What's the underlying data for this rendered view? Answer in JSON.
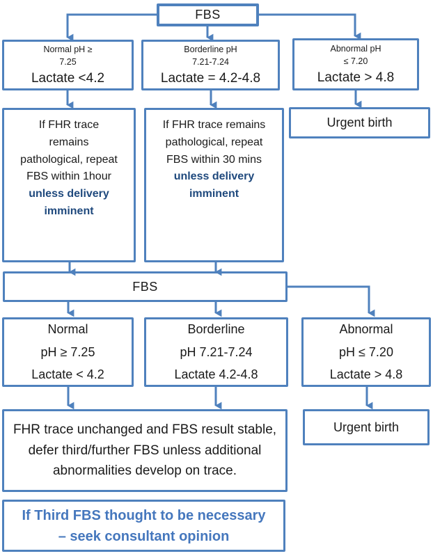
{
  "colors": {
    "line_blue": "#4f81bd",
    "navy_emphasis_text": "#1f497d",
    "consultant_blue_text": "#4577bd"
  },
  "flow": {
    "fbs1": {
      "label": "FBS"
    },
    "row1": [
      {
        "line1": "Normal  pH ≥",
        "line2": "7.25",
        "line3": "Lactate <4.2"
      },
      {
        "line1": "Borderline pH",
        "line2": "7.21-7.24",
        "line3": "Lactate = 4.2-4.8"
      },
      {
        "line1": "Abnormal  pH",
        "line2": "≤ 7.20",
        "line3": "Lactate > 4.8"
      }
    ],
    "row2": [
      {
        "text": "If FHR trace remains pathological, repeat FBS within 1hour",
        "emphasis": "unless delivery imminent"
      },
      {
        "text": "If FHR trace remains pathological, repeat FBS within 30 mins",
        "emphasis": "unless delivery imminent"
      }
    ],
    "urgent_birth_first": {
      "label": "Urgent birth"
    },
    "fbs2": {
      "label": "FBS"
    },
    "row3": [
      {
        "line1": "Normal",
        "line2": "pH ≥ 7.25",
        "line3": "Lactate < 4.2"
      },
      {
        "line1": "Borderline",
        "line2": "pH 7.21-7.24",
        "line3": "Lactate 4.2-4.8"
      },
      {
        "line1": "Abnormal",
        "line2": "pH ≤ 7.20",
        "line3": "Lactate > 4.8"
      }
    ],
    "outcome": {
      "text": "FHR trace unchanged and FBS result stable, defer third/further FBS unless additional abnormalities develop on trace."
    },
    "urgent_birth_second": {
      "label": "Urgent birth"
    },
    "consultant": {
      "text": "If Third FBS thought to be necessary – seek consultant opinion"
    }
  }
}
